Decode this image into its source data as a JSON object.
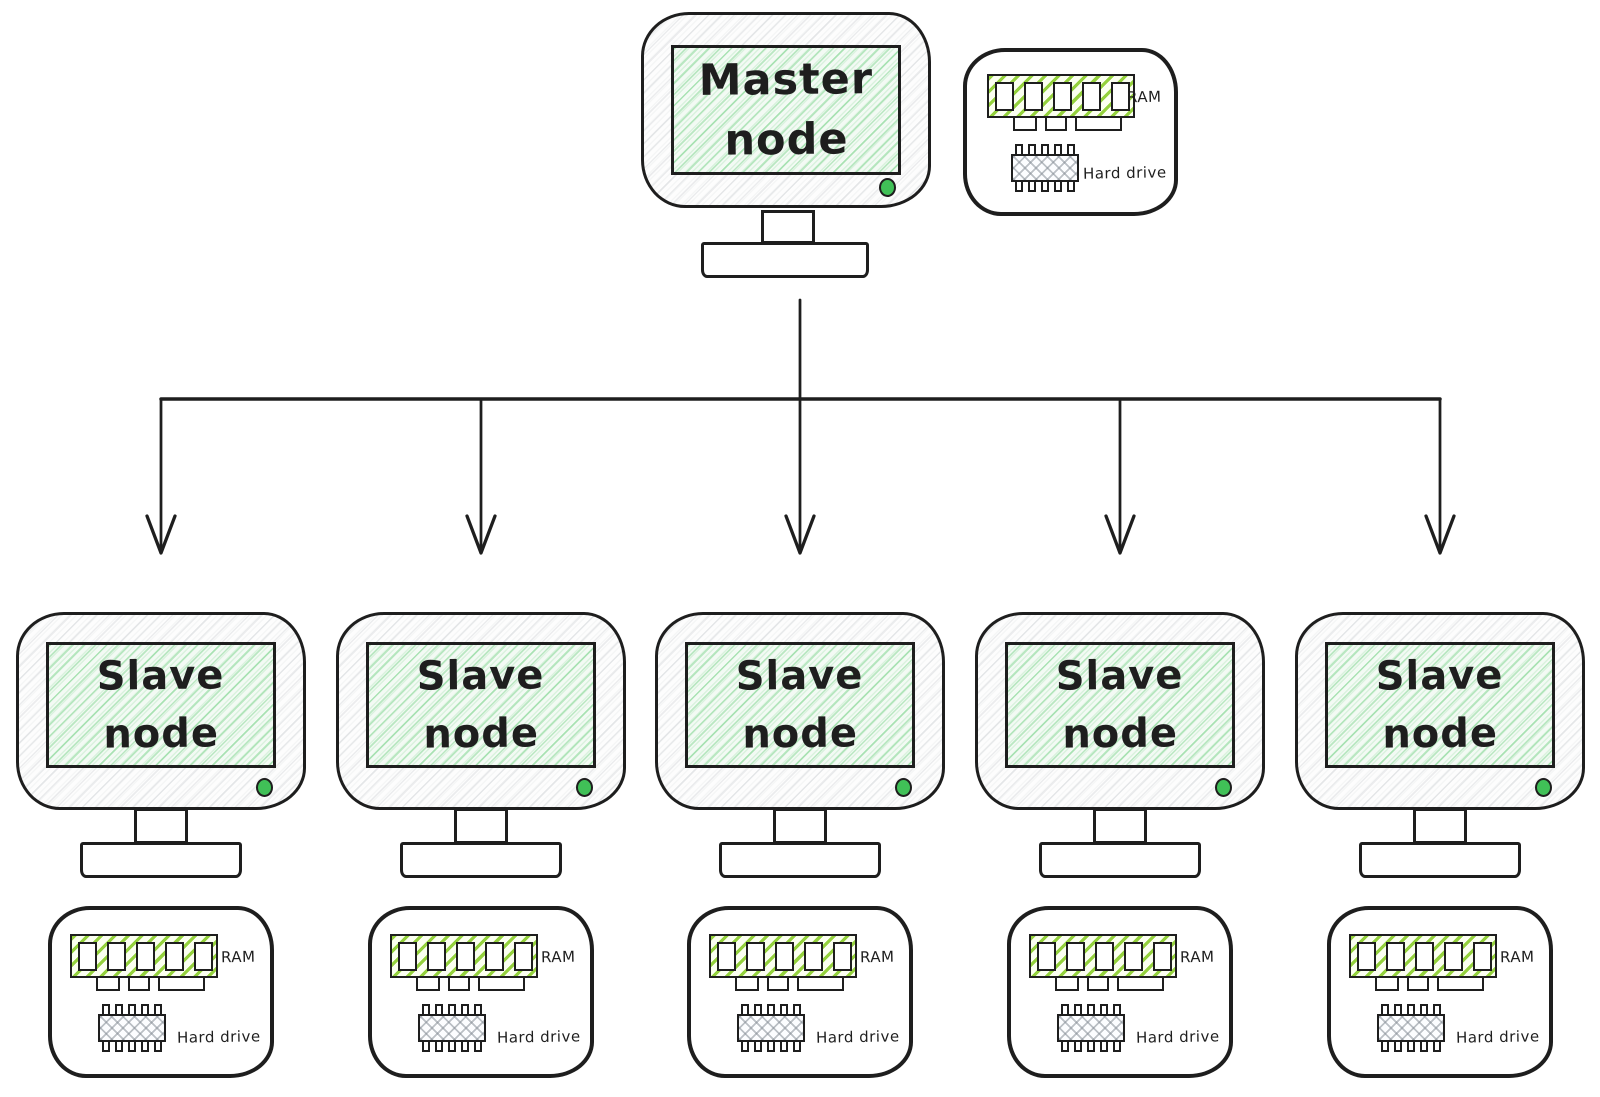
{
  "diagram": {
    "master": {
      "label": "Master node"
    },
    "slaves": [
      {
        "label": "Slave node"
      },
      {
        "label": "Slave node"
      },
      {
        "label": "Slave node"
      },
      {
        "label": "Slave node"
      },
      {
        "label": "Slave node"
      }
    ],
    "hardware": {
      "ram_label": "RAM",
      "hdd_label": "Hard drive"
    },
    "connector": {
      "type": "one-to-many",
      "branch_count": 5
    },
    "icons": {
      "ram_chip": "ram-chip-icon",
      "hard_drive_chip": "hard-drive-chip-icon",
      "status_led": "status-led-icon",
      "arrow": "arrow-down"
    },
    "colors": {
      "stroke": "#1e1e1e",
      "screen_green": "#b2f2bb",
      "ram_lime": "#82c91e",
      "status_dot_green": "#40c057",
      "hdd_gray": "#868e96"
    }
  }
}
